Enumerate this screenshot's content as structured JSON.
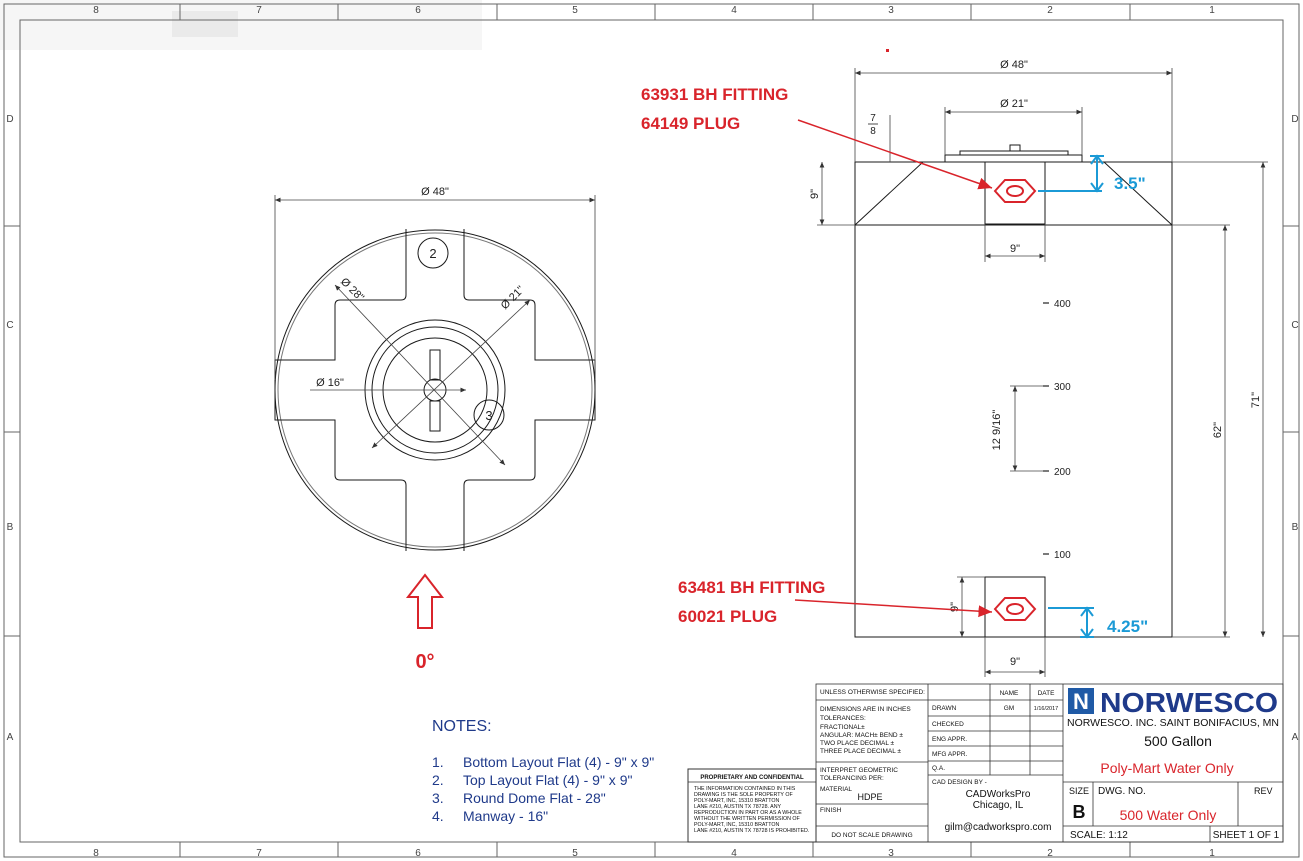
{
  "border": {
    "cols": [
      "8",
      "7",
      "6",
      "5",
      "4",
      "3",
      "2",
      "1"
    ],
    "rows": [
      "D",
      "C",
      "B",
      "A"
    ]
  },
  "top_view": {
    "diameter": "Ø 48\"",
    "dome": "Ø 28\"",
    "manway_ref": "Ø 21\"",
    "manway": "Ø 16\"",
    "flat_top": "2",
    "flat_side": "3",
    "zero_label": "0°"
  },
  "side_view": {
    "overall_dia": "Ø 48\"",
    "manway_dia": "Ø 21\"",
    "collar_frac_num": "7",
    "collar_frac_den": "8",
    "dome_h": "9\"",
    "top_flat_w": "9\"",
    "bottom_flat_h": "9\"",
    "bottom_flat_w": "9\"",
    "gauge_dim": "12 9/16\"",
    "body_h": "62\"",
    "total_h": "71\"",
    "gauge": [
      "400",
      "300",
      "200",
      "100"
    ]
  },
  "callouts": {
    "top_line1": "63931 BH FITTING",
    "top_line2": "64149 PLUG",
    "bottom_line1": "63481 BH FITTING",
    "bottom_line2": "60021 PLUG",
    "top_offset": "3.5\"",
    "bottom_offset": "4.25\""
  },
  "notes": {
    "title": "NOTES:",
    "items": [
      {
        "n": "1.",
        "t": "Bottom Layout Flat (4) - 9\" x 9\""
      },
      {
        "n": "2.",
        "t": "Top Layout Flat (4) - 9\" x 9\""
      },
      {
        "n": "3.",
        "t": "Round Dome Flat - 28\""
      },
      {
        "n": "4.",
        "t": "Manway - 16\""
      }
    ]
  },
  "proprietary": {
    "title": "PROPRIETARY AND CONFIDENTIAL",
    "lines": [
      "THE INFORMATION CONTAINED IN THIS",
      "DRAWING IS THE SOLE PROPERTY OF",
      "POLY-MART, INC, 15310 BRATTON",
      "LANE #210, AUSTIN TX 78728. ANY",
      "REPRODUCTION IN PART OR AS A WHOLE",
      "WITHOUT THE WRITTEN PERMISSION OF",
      "POLY-MART, INC, 15310 BRATTON",
      "LANE #210, AUSTIN TX 78728 IS PROHIBITED."
    ]
  },
  "title_block": {
    "unless": "UNLESS OTHERWISE SPECIFIED:",
    "name_hdr": "NAME",
    "date_hdr": "DATE",
    "dims": "DIMENSIONS ARE IN INCHES",
    "tol": "TOLERANCES:",
    "fractional": "FRACTIONAL±",
    "angular": "ANGULAR: MACH±   BEND ±",
    "two_place": "TWO PLACE DECIMAL   ±",
    "three_place": "THREE PLACE DECIMAL  ±",
    "interpret": "INTERPRET GEOMETRIC",
    "tolerancing": "TOLERANCING PER:",
    "material_lbl": "MATERIAL",
    "material": "HDPE",
    "finish_lbl": "FINISH",
    "do_not_scale": "DO NOT SCALE DRAWING",
    "drawn": "DRAWN",
    "drawn_name": "GM",
    "drawn_date": "1/16/2017",
    "checked": "CHECKED",
    "eng": "ENG APPR.",
    "mfg": "MFG APPR.",
    "qa": "Q.A.",
    "cad_by": "CAD DESIGN BY -",
    "cad_company": "CADWorksPro",
    "cad_city": "Chicago, IL",
    "cad_email": "gilm@cadworkspro.com",
    "company_logo": "NORWESCO",
    "company_line": "NORWESCO. INC.  SAINT BONIFACIUS, MN",
    "part_title": "500 Gallon",
    "part_red": "Poly-Mart Water Only",
    "size_lbl": "SIZE",
    "size": "B",
    "dwg_lbl": "DWG.  NO.",
    "dwg_red": "500 Water Only",
    "rev_lbl": "REV",
    "scale": "SCALE: 1:12",
    "sheet": "SHEET 1 OF 1"
  },
  "colors": {
    "line": "#1a1a1a",
    "dim": "#444444",
    "red": "#d9242b",
    "blue": "#1b9ad6",
    "note": "#1f3a8a"
  }
}
